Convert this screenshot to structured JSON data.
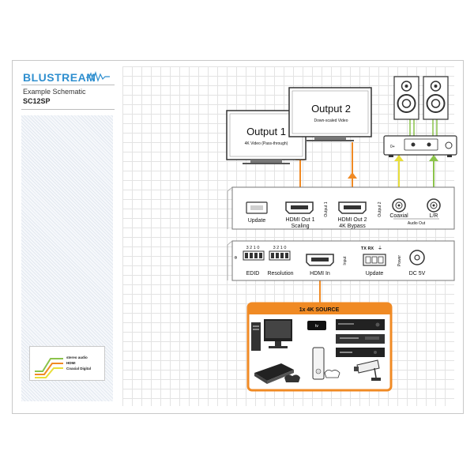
{
  "header": {
    "brand": "BLUSTREAM",
    "subtitle": "Example Schematic",
    "model": "SC12SP"
  },
  "legend": {
    "items": [
      {
        "label": "stereo audio",
        "color": "#8bc34a"
      },
      {
        "label": "HDMI",
        "color": "#f08a24"
      },
      {
        "label": "Coaxial Digital",
        "color": "#e8de3a"
      }
    ]
  },
  "displays": {
    "output1": {
      "title": "Output 1",
      "subtitle": "4K Video (Pass-through)"
    },
    "output2": {
      "title": "Output 2",
      "subtitle": "Down-scaled Video"
    }
  },
  "output_panel": {
    "update": "Update",
    "hdmi_out_1": "HDMI Out 1",
    "scaling": "Scaling",
    "output1_tag": "Output 1",
    "hdmi_out_2": "HDMI Out 2",
    "bypass": "4K Bypass",
    "output2_tag": "Output 2",
    "coaxial": "Coaxial",
    "lr": "L/R",
    "audio_out": "Audio Out"
  },
  "input_panel": {
    "edid_digits": "3 2 1 0",
    "edid": "EDID",
    "resolution_digits": "3 2 1 0",
    "resolution": "Resolution",
    "input_tag": "Input",
    "hdmi_in": "HDMI In",
    "tx_rx": "TX RX",
    "update": "Update",
    "power_tag": "Power",
    "dc": "DC 5V"
  },
  "source": {
    "title": "1x 4K SOURCE",
    "appletv_label": "tv"
  },
  "amplifier": {
    "label": "0+"
  }
}
